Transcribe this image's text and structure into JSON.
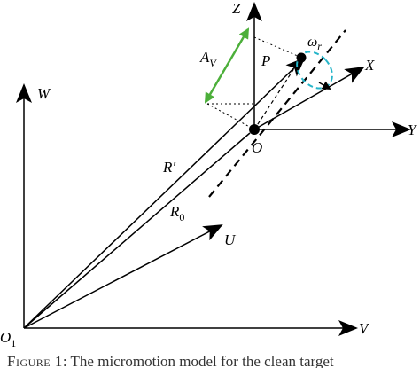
{
  "diagram": {
    "labels": {
      "z": "Z",
      "x": "X",
      "y": "Y",
      "w": "W",
      "u": "U",
      "v": "V",
      "o": "O",
      "o1": "O",
      "o1_sub": "1",
      "p": "P",
      "a_v": "A",
      "a_v_sub": "V",
      "omega": "ω",
      "omega_sub": "r",
      "r_prime": "R′",
      "r0": "R",
      "r0_sub": "0"
    },
    "colors": {
      "ink": "#000000",
      "amplitude_arrow": "#4caf3a",
      "rotation_arc": "#26b5c9"
    }
  },
  "caption": {
    "figure_label": "Figure 1",
    "text": ": The micromotion model for the clean target"
  }
}
